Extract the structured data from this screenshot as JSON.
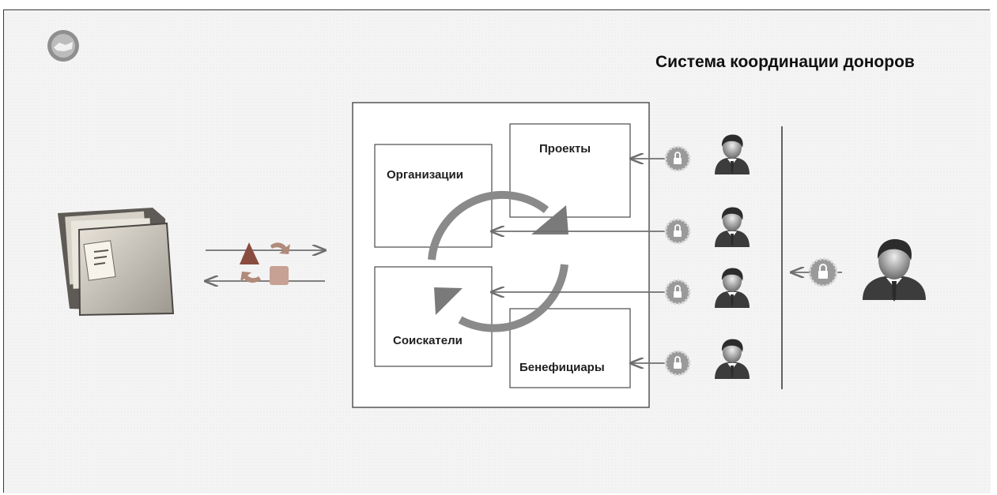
{
  "title": "Система координации доноров",
  "sections": {
    "organizations": "Организации",
    "projects": "Проекты",
    "applicants": "Соискатели",
    "beneficiaries": "Бенефициары"
  },
  "icons": {
    "logo": "handshake-logo-icon",
    "folder": "document-folder-icon",
    "shapes": "shapes-exchange-icon",
    "lock": "lock-badge-icon",
    "user": "user-icon",
    "admin": "admin-user-icon"
  },
  "colors": {
    "cycle": "#8a8a8a",
    "arrow": "#7d7d7d",
    "lock_badge": "#9a9a9a",
    "border": "#3a3a3a"
  }
}
